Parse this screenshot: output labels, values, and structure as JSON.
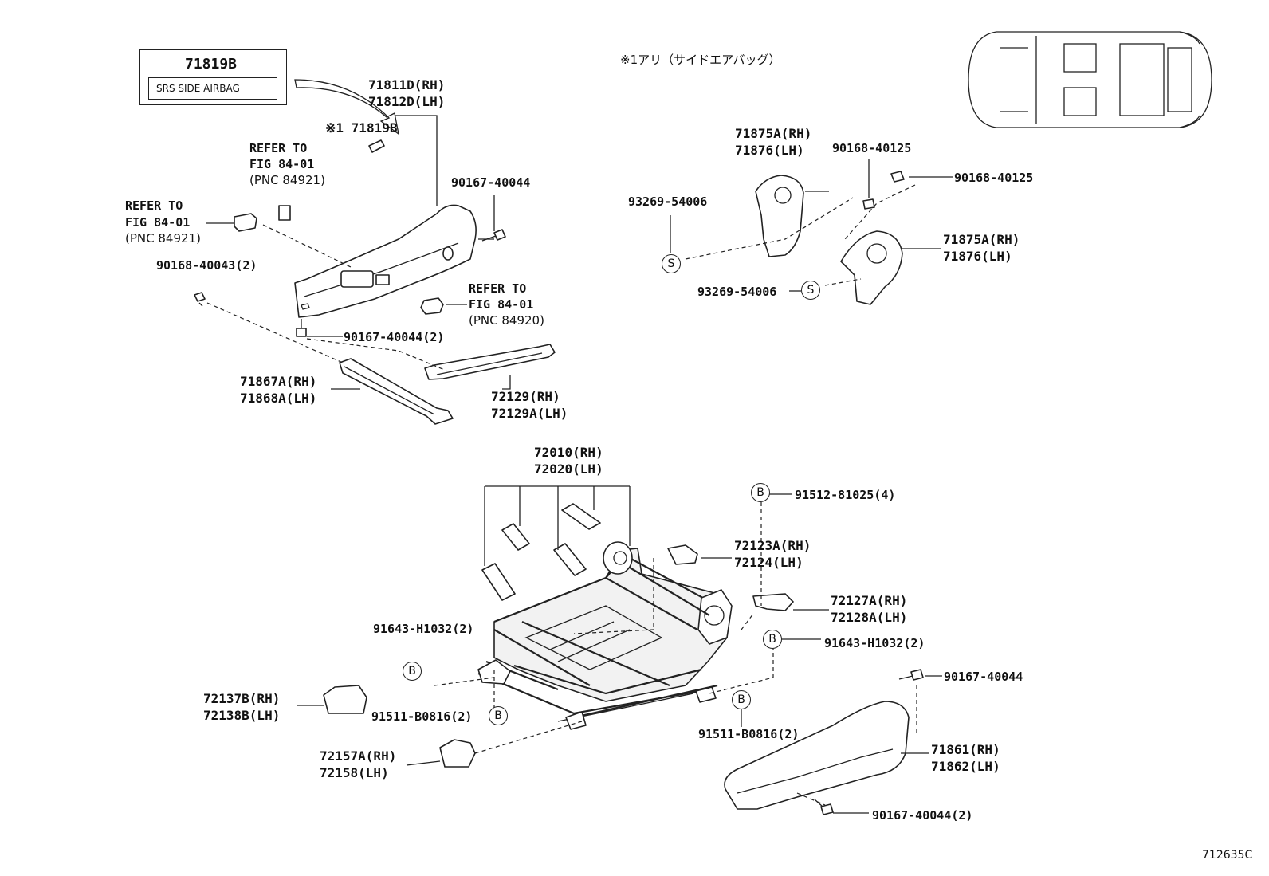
{
  "label_plate": {
    "part": "71819B",
    "text": "SRS SIDE AIRBAG"
  },
  "note": "※1アリ（サイドエアバッグ）",
  "diagram_code": "712635C",
  "callouts": {
    "c1a": "71811D(RH)",
    "c1b": "71812D(LH)",
    "c2": "※1 71819B",
    "c3a": "REFER TO",
    "c3b": "FIG 84-01",
    "c3c": "(PNC 84921)",
    "c4a": "REFER TO",
    "c4b": "FIG 84-01",
    "c4c": "(PNC 84921)",
    "c5": "90167-40044",
    "c6": "90168-40043(2)",
    "c7a": "REFER TO",
    "c7b": "FIG 84-01",
    "c7c": "(PNC 84920)",
    "c8": "90167-40044(2)",
    "c9a": "71867A(RH)",
    "c9b": "71868A(LH)",
    "c10a": "72129(RH)",
    "c10b": "72129A(LH)",
    "c11a": "71875A(RH)",
    "c11b": "71876(LH)",
    "c12": "90168-40125",
    "c13": "90168-40125",
    "c14": "93269-54006",
    "c15a": "71875A(RH)",
    "c15b": "71876(LH)",
    "c16": "93269-54006",
    "c17a": "72010(RH)",
    "c17b": "72020(LH)",
    "c18": "91512-81025(4)",
    "c19a": "72123A(RH)",
    "c19b": "72124(LH)",
    "c20a": "72127A(RH)",
    "c20b": "72128A(LH)",
    "c21": "91643-H1032(2)",
    "c22": "91643-H1032(2)",
    "c23": "90167-40044",
    "c24a": "72137B(RH)",
    "c24b": "72138B(LH)",
    "c25": "91511-B0816(2)",
    "c26": "91511-B0816(2)",
    "c27a": "71861(RH)",
    "c27b": "71862(LH)",
    "c28a": "72157A(RH)",
    "c28b": "72158(LH)",
    "c29": "90167-40044(2)"
  },
  "markers": {
    "b": "B",
    "s": "S"
  }
}
